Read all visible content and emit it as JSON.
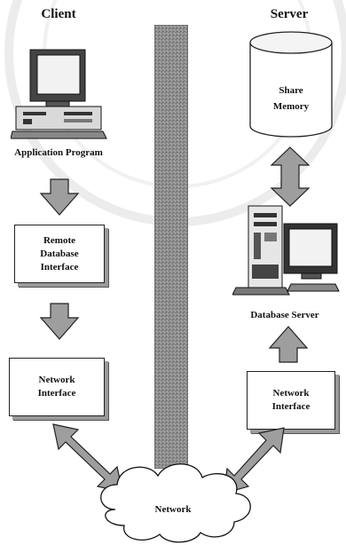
{
  "headers": {
    "client": "Client",
    "server": "Server"
  },
  "client": {
    "app_label": "Application Program",
    "remote_db": [
      "Remote",
      "Database",
      "Interface"
    ],
    "net_iface": [
      "Network",
      "Interface"
    ]
  },
  "server": {
    "memory": [
      "Share",
      "Memory"
    ],
    "db_label": "Database Server",
    "net_iface": [
      "Network",
      "Interface"
    ]
  },
  "network_label": "Network",
  "colors": {
    "divider": "#8c8c8c",
    "arrow": "#9e9e9e",
    "line": "#222222"
  }
}
